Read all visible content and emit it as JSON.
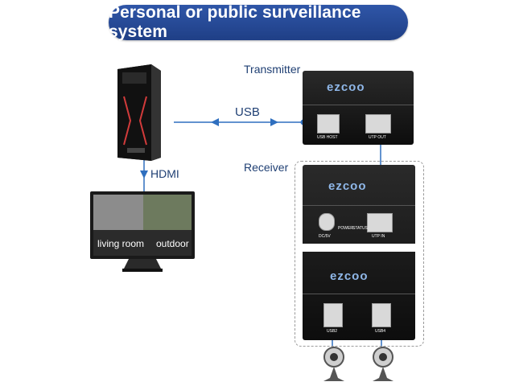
{
  "title": "Personal or public surveillance system",
  "labels": {
    "transmitter": "Transmitter",
    "receiver": "Receiver",
    "usb": "USB",
    "hdmi": "HDMI"
  },
  "monitor": {
    "left_label": "living room",
    "right_label": "outdoor"
  },
  "transmitter_box": {
    "brand": "ezcoo",
    "port_usb_host": "USB HOST",
    "port_utp_out": "UTP OUT"
  },
  "receiver_box": {
    "brand": "ezcoo",
    "port_dc": "DC/5V",
    "port_power": "POWER",
    "port_status": "STATUS",
    "port_utp_in": "UTP IN",
    "port_usb2": "USB2",
    "port_usb4": "USB4"
  },
  "colors": {
    "title_bg": "#2a4c99",
    "arrow": "#2f6fbf",
    "label": "#1f3f73"
  }
}
